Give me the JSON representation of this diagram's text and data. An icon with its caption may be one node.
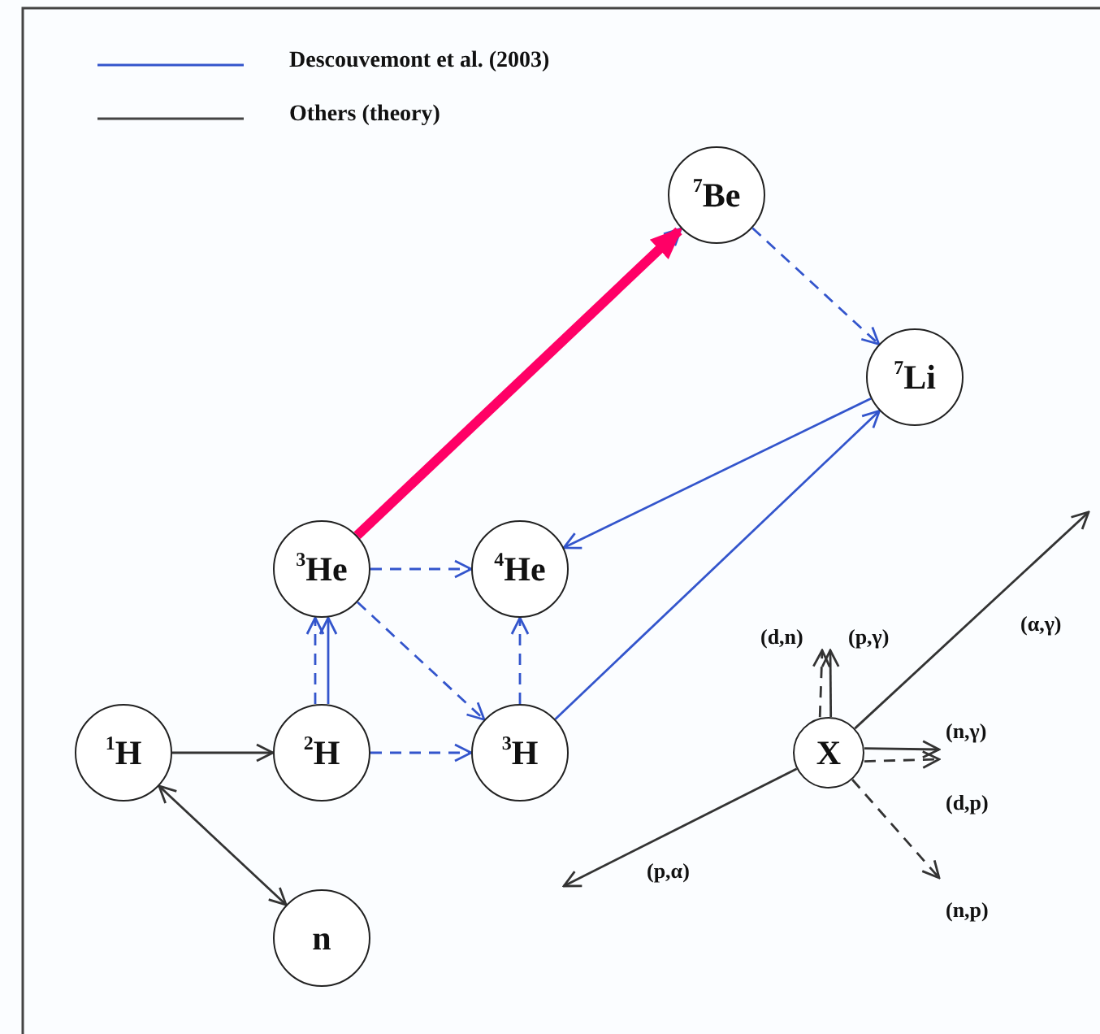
{
  "diagram": {
    "nodes": [
      {
        "text": [
          "$^{7}$Be"
        ]
      },
      {
        "text": [
          "$^{7}$Li"
        ]
      },
      {
        "text": [
          "$^{3}$He"
        ]
      },
      {
        "text": [
          "$^{4}$He"
        ]
      },
      {
        "text": [
          "$^{1}$H"
        ]
      },
      {
        "text": [
          "$^{2}$H"
        ]
      },
      {
        "text": [
          "$^{3}$H"
        ]
      },
      {
        "text": [
          "X"
        ]
      },
      {
        "text": [
          "n"
        ]
      }
    ],
    "edges": [
      {
        "from": 4,
        "to": 5,
        "arrow": "to",
        "color": "#333333"
      },
      {
        "from": 4,
        "to": 8,
        "arrow": "both",
        "color": "#333333"
      },
      {
        "from": 5,
        "to": 2,
        "arrow": "to"
      },
      {
        "from": 5,
        "to": 2,
        "arrow": "to",
        "style": "dashed"
      },
      {
        "from": 5,
        "to": 6,
        "arrow": "to",
        "style": "dashed"
      },
      {
        "from": 2,
        "to": 3,
        "arrow": "to",
        "style": "dashed"
      },
      {
        "from": 2,
        "to": 6,
        "arrow": "to",
        "style": "dashed"
      },
      {
        "from": 6,
        "to": 3,
        "arrow": "to",
        "style": "dashed"
      },
      {
        "from": 6,
        "to": 1,
        "arrow": "to"
      },
      {
        "from": 1,
        "to": 3,
        "arrow": "to"
      },
      {
        "from": 2,
        "to": 0,
        "arrow": "to"
      },
      {
        "from": 2,
        "to": 0,
        "arrow": "to",
        "style": "thick",
        "color": "#ff0066"
      },
      {
        "from": 0,
        "to": 1,
        "arrow": "to",
        "style": "dashed"
      },
      {
        "from": 7,
        "to": null,
        "arrow": "to",
        "style": "dashed",
        "color": "#333333",
        "label": "(d,n)"
      },
      {
        "from": 7,
        "to": null,
        "arrow": "to",
        "color": "#333333",
        "label": "(p,γ)"
      },
      {
        "from": 7,
        "to": null,
        "arrow": "to",
        "color": "#333333",
        "label": "(α,γ)"
      },
      {
        "from": 7,
        "to": null,
        "arrow": "to",
        "color": "#333333",
        "label": "(n,γ)"
      },
      {
        "from": 7,
        "to": null,
        "arrow": "to",
        "style": "dashed",
        "color": "#333333",
        "label": "(d,p)"
      },
      {
        "from": 7,
        "to": null,
        "arrow": "to",
        "color": "#333333",
        "label": "(p,α)"
      },
      {
        "from": 7,
        "to": null,
        "arrow": "to",
        "style": "dashed",
        "color": "#333333",
        "label": "(n,p)"
      }
    ],
    "legend": [
      {
        "text": "Descouvemont et al. (2003)"
      },
      {
        "text": "Others (theory)"
      }
    ]
  }
}
